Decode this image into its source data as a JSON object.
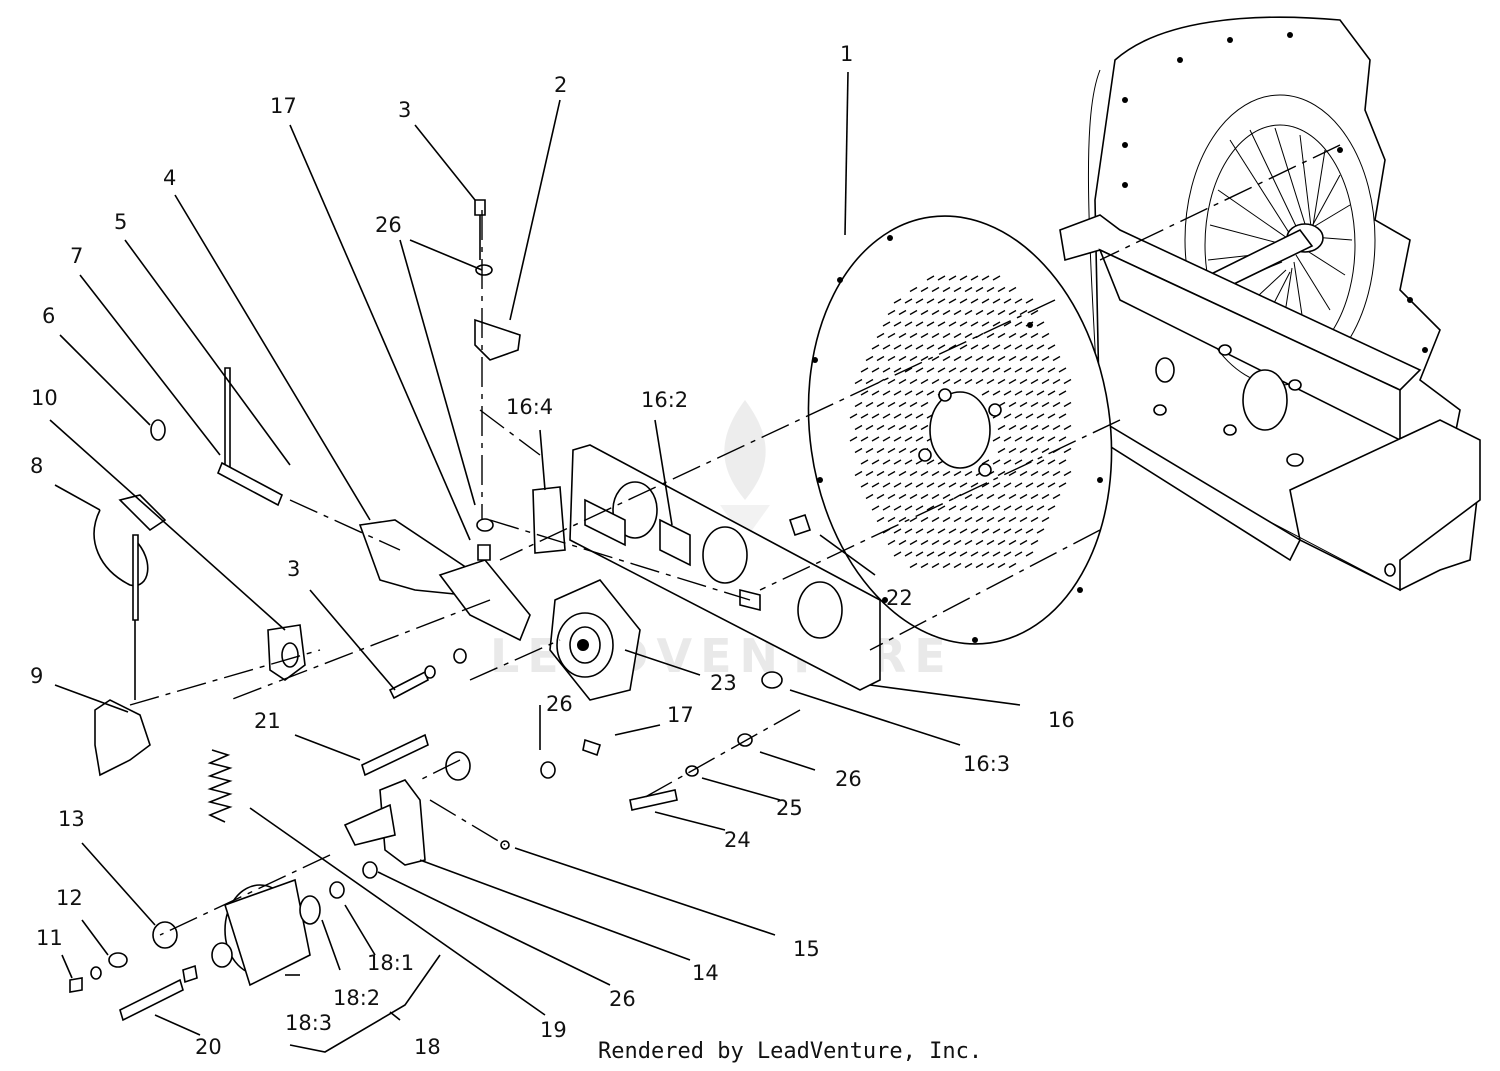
{
  "watermark": "LEADVENTURE",
  "credit": "Rendered by LeadVenture, Inc.",
  "callouts": {
    "c1": "1",
    "c2": "2",
    "c3a": "3",
    "c3b": "3",
    "c4": "4",
    "c5": "5",
    "c6": "6",
    "c7": "7",
    "c8": "8",
    "c9": "9",
    "c10": "10",
    "c11": "11",
    "c12": "12",
    "c13": "13",
    "c14": "14",
    "c15": "15",
    "c16": "16",
    "c16_2": "16:2",
    "c16_3": "16:3",
    "c16_4": "16:4",
    "c17a": "17",
    "c17b": "17",
    "c18": "18",
    "c18_1": "18:1",
    "c18_2": "18:2",
    "c18_3": "18:3",
    "c19": "19",
    "c20": "20",
    "c21": "21",
    "c22": "22",
    "c23": "23",
    "c24": "24",
    "c25": "25",
    "c26a": "26",
    "c26b": "26",
    "c26c": "26",
    "c26d": "26"
  }
}
